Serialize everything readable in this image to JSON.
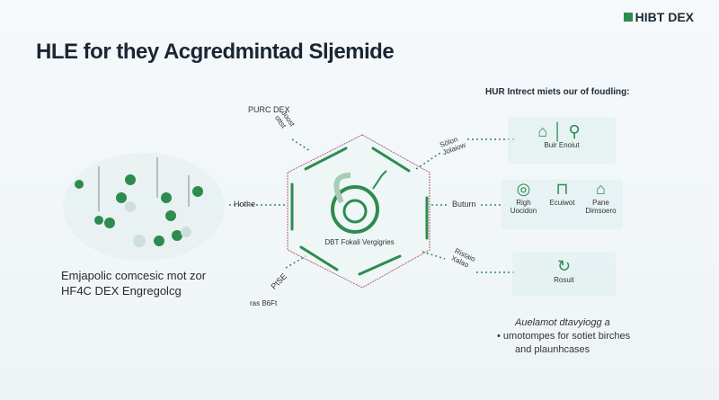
{
  "header": {
    "title": "HLE for they Acgredmintad Sljemide",
    "logo": "HIBT DEX"
  },
  "left": {
    "caption_line1": "Emjapolic comcesic mot zor",
    "caption_line2": "HF4C DEX Engregolcg"
  },
  "hub": {
    "label": "DBT Fokali Vergigries",
    "top_label": "PURC DEX",
    "bottom_label": "ras B6Ft",
    "spokes": [
      "Joost ottst",
      "Hothe",
      "PtSE",
      "Sölon Jolaiow",
      "Buturn",
      "Ristaio Xalao"
    ]
  },
  "right": {
    "heading": "HUR Intrect miets our of foudling:",
    "box1": {
      "caption": "Buir Enoiut"
    },
    "box2": {
      "items": [
        "Righ Uocidon",
        "Ecuiwot",
        "Pane Dimsoero"
      ]
    },
    "box3": {
      "caption": "Rosuit"
    },
    "note_line1": "Auelamot dtavyiogg a",
    "note_line2": "umotompes for sotiet birches",
    "note_line3": "and plaunhcases"
  },
  "colors": {
    "accent": "#2e8b4f",
    "hex_border": "#b0607a"
  }
}
